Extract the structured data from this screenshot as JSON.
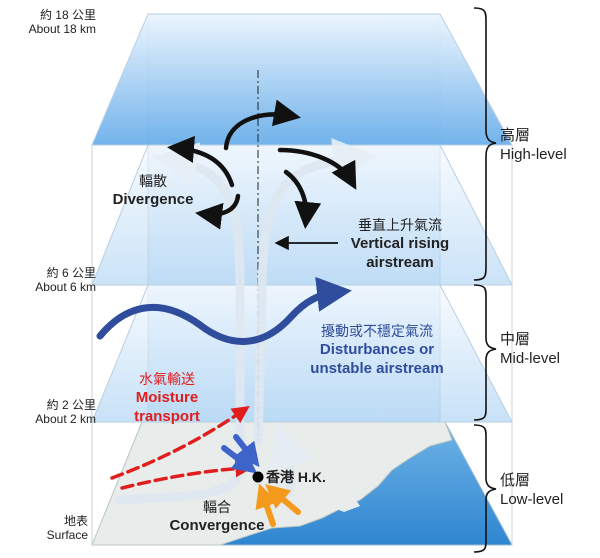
{
  "altitudes": {
    "km18": {
      "zh": "約 18 公里",
      "en": "About 18 km"
    },
    "km6": {
      "zh": "約 6 公里",
      "en": "About 6 km"
    },
    "km2": {
      "zh": "約 2 公里",
      "en": "About 2 km"
    },
    "surface": {
      "zh": "地表",
      "en": "Surface"
    }
  },
  "levels": {
    "high": {
      "zh": "高層",
      "en": "High-level"
    },
    "mid": {
      "zh": "中層",
      "en": "Mid-level"
    },
    "low": {
      "zh": "低層",
      "en": "Low-level"
    }
  },
  "annotations": {
    "divergence": {
      "zh": "輻散",
      "en": "Divergence"
    },
    "rising": {
      "zh": "垂直上升氣流",
      "en_line1": "Vertical rising",
      "en_line2": "airstream"
    },
    "disturbance": {
      "zh": "擾動或不穩定氣流",
      "en_line1": "Disturbances or",
      "en_line2": "unstable airstream"
    },
    "moisture": {
      "zh": "水氣輸送",
      "en_line1": "Moisture",
      "en_line2": "transport"
    },
    "hk": {
      "label": "香港 H.K."
    },
    "convergence": {
      "zh": "輻合",
      "en": "Convergence"
    }
  },
  "colors": {
    "sky_top": "#5aa6e8",
    "sky_light": "#e9f3fc",
    "wave_blue": "#2f4d9c",
    "moisture_red": "#e01e1e",
    "convergence_orange": "#f39a1c",
    "convergence_blue": "#3e63c9",
    "land": "#e7ebe9",
    "sea": "#62a9e0"
  }
}
